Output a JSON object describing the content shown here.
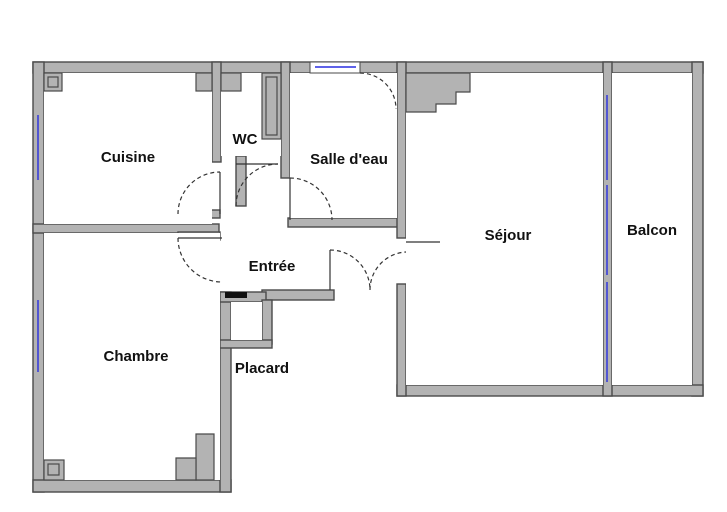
{
  "rooms": {
    "cuisine": "Cuisine",
    "wc": "WC",
    "salle_deau": "Salle d'eau",
    "sejour": "Séjour",
    "balcon": "Balcon",
    "entree": "Entrée",
    "chambre": "Chambre",
    "placard": "Placard"
  },
  "colors": {
    "wall_fill": "#b3b3b3",
    "wall_stroke": "#4a4a4a",
    "window": "#2a2ee0",
    "background": "#ffffff"
  }
}
